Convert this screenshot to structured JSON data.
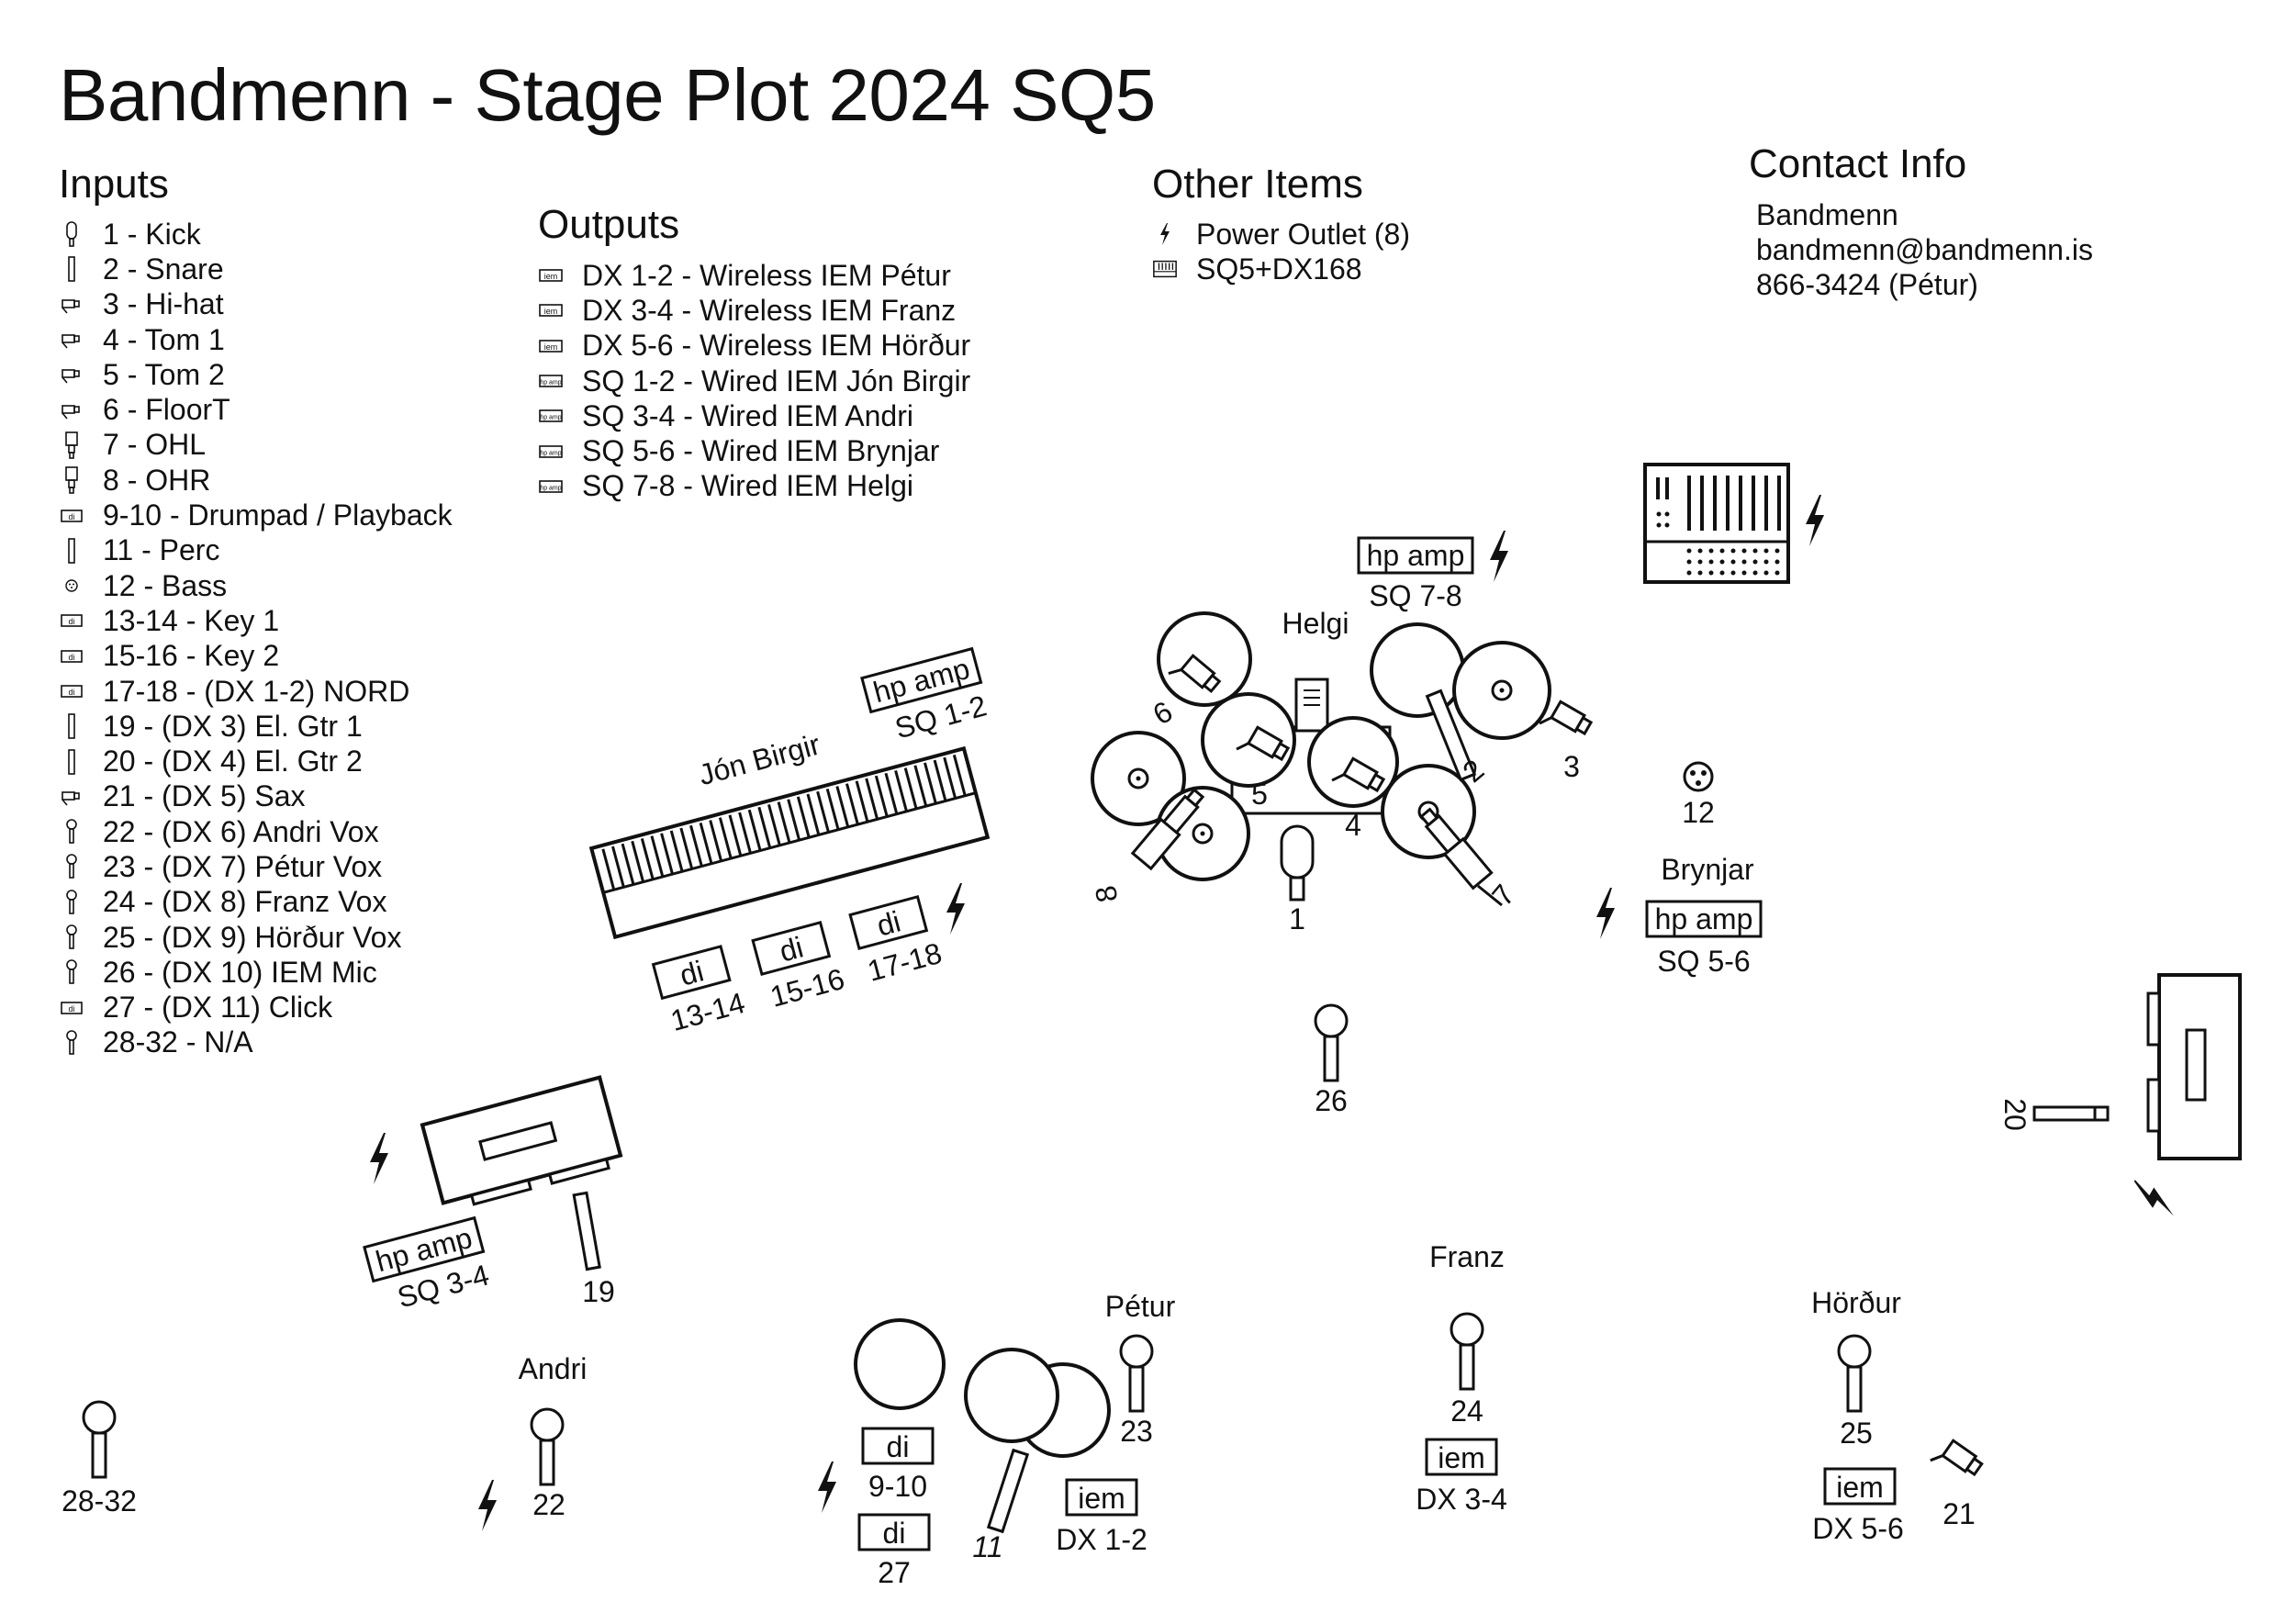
{
  "title": "Bandmenn - Stage Plot 2024 SQ5",
  "inputs": {
    "heading": "Inputs",
    "items": [
      {
        "label": "1 - Kick",
        "icon": "kick-mic-icon"
      },
      {
        "label": "2 - Snare",
        "icon": "dynamic-mic-icon"
      },
      {
        "label": "3 - Hi-hat",
        "icon": "clip-mic-icon"
      },
      {
        "label": "4 - Tom 1",
        "icon": "clip-mic-icon"
      },
      {
        "label": "5 - Tom 2",
        "icon": "clip-mic-icon"
      },
      {
        "label": "6 - FloorT",
        "icon": "clip-mic-icon"
      },
      {
        "label": "7 - OHL",
        "icon": "condenser-mic-icon"
      },
      {
        "label": "8  - OHR",
        "icon": "condenser-mic-icon"
      },
      {
        "label": "9-10 - Drumpad / Playback",
        "icon": "di-box-icon"
      },
      {
        "label": "11 - Perc",
        "icon": "dynamic-mic-icon"
      },
      {
        "label": "12 - Bass",
        "icon": "xlr-icon"
      },
      {
        "label": "13-14 - Key 1",
        "icon": "di-box-icon"
      },
      {
        "label": "15-16 - Key 2",
        "icon": "di-box-icon"
      },
      {
        "label": "17-18 - (DX 1-2) NORD",
        "icon": "di-box-icon"
      },
      {
        "label": "19 - (DX 3) El. Gtr 1",
        "icon": "dynamic-mic-icon"
      },
      {
        "label": "20 - (DX 4) El. Gtr 2",
        "icon": "dynamic-mic-icon"
      },
      {
        "label": "21 - (DX 5) Sax",
        "icon": "clip-mic-icon"
      },
      {
        "label": "22 - (DX 6) Andri Vox",
        "icon": "vocal-mic-icon"
      },
      {
        "label": "23 - (DX 7) Pétur Vox",
        "icon": "vocal-mic-icon"
      },
      {
        "label": "24 - (DX 8) Franz Vox",
        "icon": "vocal-mic-icon"
      },
      {
        "label": "25 - (DX 9) Hörður Vox",
        "icon": "vocal-mic-icon"
      },
      {
        "label": "26 - (DX 10) IEM Mic",
        "icon": "vocal-mic-icon"
      },
      {
        "label": "27 - (DX 11) Click",
        "icon": "di-box-icon"
      },
      {
        "label": "28-32 - N/A",
        "icon": "vocal-mic-icon"
      }
    ]
  },
  "outputs": {
    "heading": "Outputs",
    "items": [
      {
        "label": "DX 1-2 - Wireless IEM Pétur",
        "icon": "iem-icon"
      },
      {
        "label": "DX 3-4 - Wireless IEM Franz",
        "icon": "iem-icon"
      },
      {
        "label": "DX 5-6 - Wireless IEM Hörður",
        "icon": "iem-icon"
      },
      {
        "label": "SQ 1-2 - Wired IEM Jón Birgir",
        "icon": "hp-amp-icon"
      },
      {
        "label": "SQ 3-4 - Wired IEM Andri",
        "icon": "hp-amp-icon"
      },
      {
        "label": "SQ 5-6 - Wired IEM Brynjar",
        "icon": "hp-amp-icon"
      },
      {
        "label": "SQ 7-8 - Wired IEM Helgi",
        "icon": "hp-amp-icon"
      }
    ]
  },
  "other": {
    "heading": "Other Items",
    "items": [
      {
        "label": "Power Outlet (8)",
        "icon": "power-outlet-icon"
      },
      {
        "label": "SQ5+DX168",
        "icon": "mixer-icon"
      }
    ]
  },
  "contact": {
    "heading": "Contact Info",
    "lines": [
      "Bandmenn",
      "bandmenn@bandmenn.is",
      "866-3424 (Pétur)"
    ]
  },
  "icon_text": {
    "di": "di",
    "iem": "iem",
    "hp_amp": "hp amp"
  },
  "stage": {
    "people": {
      "helgi": "Helgi",
      "jon_birgir": "Jón Birgir",
      "brynjar": "Brynjar",
      "franz": "Franz",
      "hordur": "Hörður",
      "andri": "Andri",
      "petur": "Pétur"
    },
    "drum_numbers": {
      "n1": "1",
      "n2": "2",
      "n3": "3",
      "n4": "4",
      "n5": "5",
      "n6": "6",
      "n7": "7",
      "n8": "8"
    },
    "labels": {
      "sq78": "SQ 7-8",
      "sq12": "SQ 1-2",
      "sq56": "SQ 5-6",
      "sq34": "SQ 3-4",
      "dx12": "DX 1-2",
      "dx34": "DX 3-4",
      "dx56": "DX 5-6",
      "c13_14": "13-14",
      "c15_16": "15-16",
      "c17_18": "17-18",
      "c12": "12",
      "c26": "26",
      "c19": "19",
      "c20": "20",
      "c9_10": "9-10",
      "c27": "27",
      "c11": "11",
      "c22": "22",
      "c23": "23",
      "c24": "24",
      "c25": "25",
      "c21": "21",
      "c28_32": "28-32"
    }
  }
}
